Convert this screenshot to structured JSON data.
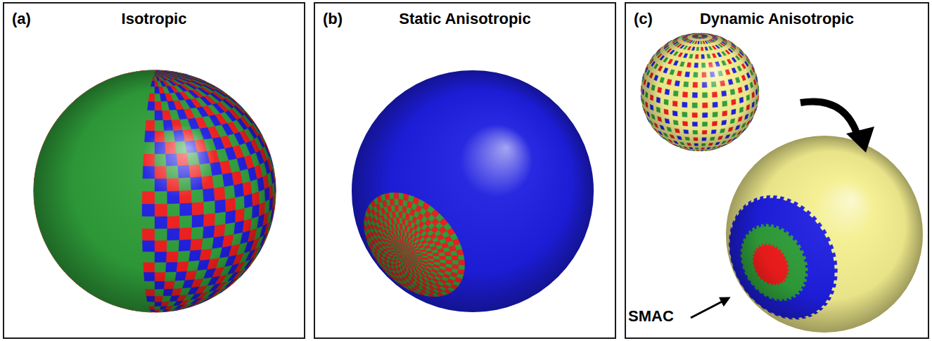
{
  "diagram": {
    "nodes": [
      {
        "text": [
          "(a)",
          "Isotropic"
        ]
      },
      {
        "text": [
          "(b)",
          "Static Anisotropic"
        ]
      },
      {
        "text": [
          "(c)",
          "Dynamic Anisotropic"
        ]
      }
    ],
    "labels": [
      "SMAC"
    ]
  }
}
